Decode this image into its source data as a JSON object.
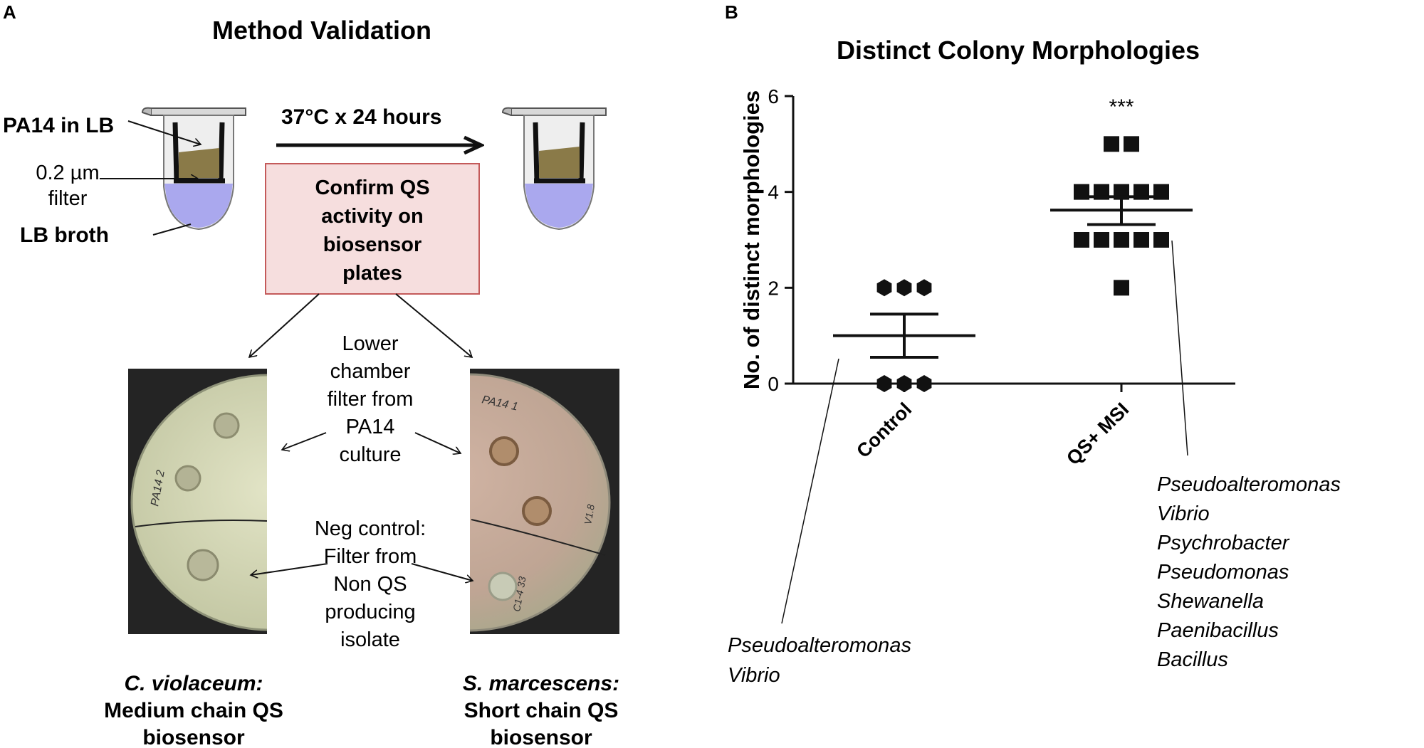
{
  "panel_a": {
    "panel_label": "A",
    "title": "Method Validation",
    "labels": {
      "pa14_in_lb": "PA14 in LB",
      "filter_line1": "0.2 µm",
      "filter_line2": "filter",
      "lb_broth": "LB broth",
      "incubation": "37°C x 24 hours"
    },
    "confirm_box": [
      "Confirm QS",
      "activity on",
      "biosensor",
      "plates"
    ],
    "center_upper": [
      "Lower",
      "chamber",
      "filter from",
      "PA14",
      "culture"
    ],
    "center_lower": [
      "Neg control:",
      "Filter from",
      "Non QS",
      "producing",
      "isolate"
    ],
    "left_caption": {
      "species": "C. violaceum:",
      "line2": "Medium chain QS",
      "line3": "biosensor"
    },
    "right_caption": {
      "species": "S. marcescens:",
      "line2": "Short chain QS",
      "line3": "biosensor"
    },
    "plate_marks": {
      "left_label": "PA14 2",
      "right_top": "PA14 1",
      "right_side": "V1.8",
      "right_bottom": "C1-4 33"
    },
    "colors": {
      "broth": "#8a7a48",
      "lb": "#aaa8ee",
      "confirm_fill": "#f6dede",
      "confirm_border": "#c45a5a",
      "plate_left": "#d6d8b8",
      "plate_right": "#c3a99a",
      "plate_bg": "#242424"
    }
  },
  "panel_b": {
    "panel_label": "B",
    "chart_data": {
      "type": "scatter",
      "title": "Distinct Colony Morphologies",
      "xlabel": "",
      "ylabel": "No. of distinct morphologies",
      "ylim": [
        0,
        6
      ],
      "yticks": [
        0,
        2,
        4,
        6
      ],
      "categories": [
        "Control",
        "QS+ MSI"
      ],
      "series": [
        {
          "category": "Control",
          "marker": "hexagon",
          "values": [
            2,
            2,
            2,
            0,
            0,
            0
          ],
          "mean": 1.0,
          "sem_upper": 1.45,
          "sem_lower": 0.55
        },
        {
          "category": "QS+ MSI",
          "marker": "square",
          "values": [
            5,
            5,
            4,
            4,
            4,
            4,
            4,
            3,
            3,
            3,
            3,
            3,
            2
          ],
          "mean": 3.62,
          "sem_upper": 3.9,
          "sem_lower": 3.32
        }
      ],
      "significance": {
        "category": "QS+ MSI",
        "label": "***"
      },
      "annotations": [
        {
          "category": "Control",
          "genera": [
            "Pseudoalteromonas",
            "Vibrio"
          ]
        },
        {
          "category": "QS+ MSI",
          "genera": [
            "Pseudoalteromonas",
            "Vibrio",
            "Psychrobacter",
            "Pseudomonas",
            "Shewanella",
            "Paenibacillus",
            "Bacillus"
          ]
        }
      ],
      "grid": false,
      "legend": "none"
    }
  }
}
